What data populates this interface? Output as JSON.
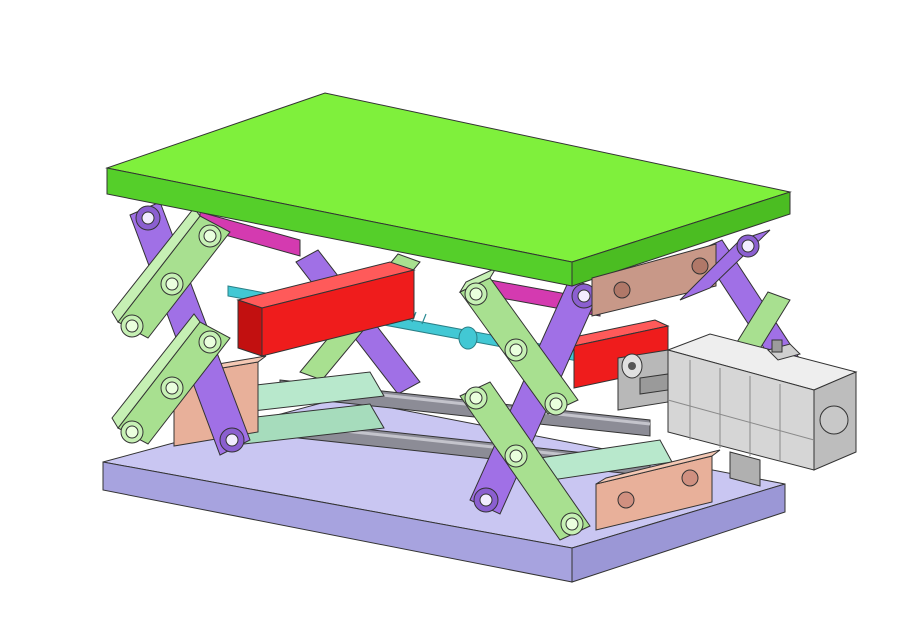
{
  "scene": {
    "subject": "scissor-lift-table-cad-model",
    "parts": [
      "top-platform",
      "base-plate",
      "scissor-links-purple",
      "scissor-links-green",
      "lead-screw",
      "screw-nut-block",
      "guide-rods",
      "end-blocks",
      "servo-motor",
      "coupling"
    ]
  },
  "colors": {
    "background": "#ffffff",
    "platform_top": "#7ff03c",
    "platform_side": "#55cf2a",
    "base_top": "#c9c6f2",
    "base_side": "#a7a3df",
    "link_purple": "#a070e6",
    "link_green": "#a8e090",
    "nut_red": "#ef1c1c",
    "screw_cyan": "#42c8d4",
    "rod_gray": "#8c8c96",
    "block_salmon": "#e8b09a",
    "mount_mint": "#b8e8cc",
    "motor_body": "#d6d6d6",
    "magenta_rod": "#d43ab0"
  }
}
